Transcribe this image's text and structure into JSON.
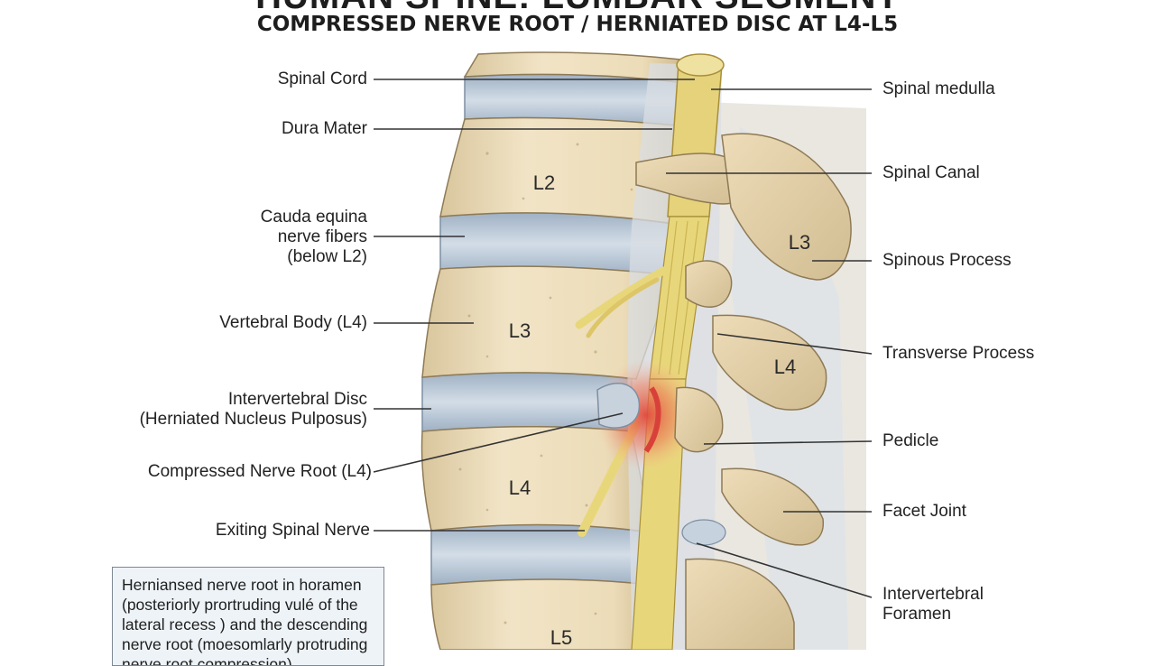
{
  "title": "HUMAN SPINE: LUMBAR SEGMENT",
  "subtitle": "COMPRESSED NERVE ROOT / HERNIATED DISC AT L4-L5",
  "vertebra_labels": {
    "l2_body": "L2",
    "l3_body": "L3",
    "l4_body": "L4",
    "l5_body": "L5",
    "l3_process": "L3",
    "l4_process": "L4"
  },
  "left_labels": {
    "spinal_cord": "Spinal Cord",
    "dura_mater": "Dura Mater",
    "cauda_equina": [
      "Cauda equina",
      "nerve fibers",
      "(below L2)"
    ],
    "vertebral_body": "Vertebral Body (L4)",
    "intervertebral_disc": [
      "Intervertebral Disc",
      "(Herniated Nucleus Pulposus)"
    ],
    "compressed_nerve_root": "Compressed Nerve Root (L4)",
    "exiting_spinal_nerve": "Exiting Spinal Nerve"
  },
  "right_labels": {
    "spinal_medulla": "Spinal medulla",
    "spinal_canal": "Spinal Canal",
    "spinous_process": "Spinous Process",
    "transverse_process": "Transverse Process",
    "pedicle": "Pedicle",
    "facet_joint": "Facet Joint",
    "intervertebral_foramen": [
      "Intervertebral",
      "Foramen"
    ]
  },
  "note": [
    "Herniansed nerve root in horamen",
    "(posteriorly prortruding vulé of the",
    "lateral recess ) and the descending",
    "nerve root (moesomlarly protruding",
    "nerve root compression)"
  ],
  "colors": {
    "bone": "#ead9b4",
    "bone_shadow": "#c9b388",
    "disc": "#bccad8",
    "nerve": "#e8d77a",
    "inflammation": "#e0483a",
    "leader": "#333333"
  }
}
